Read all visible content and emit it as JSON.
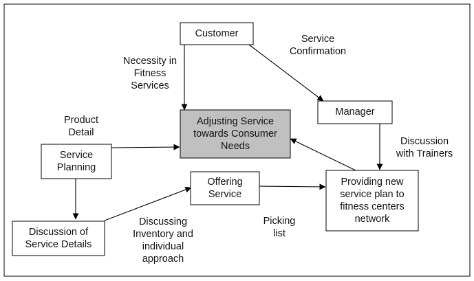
{
  "colors": {
    "stroke": "#000000",
    "box_fill": "#ffffff",
    "highlight_fill": "#c0c0c0",
    "text": "#111111"
  },
  "nodes": {
    "customer": {
      "lines": [
        "Customer"
      ]
    },
    "adjusting": {
      "lines": [
        "Adjusting Service",
        "towards Consumer",
        "Needs"
      ]
    },
    "manager": {
      "lines": [
        "Manager"
      ]
    },
    "service_planning": {
      "lines": [
        "Service",
        "Planning"
      ]
    },
    "offering_service": {
      "lines": [
        "Offering",
        "Service"
      ]
    },
    "providing": {
      "lines": [
        "Providing new",
        "service plan to",
        "fitness centers",
        "network"
      ]
    },
    "discussion_details": {
      "lines": [
        "Discussion of",
        "Service Details"
      ]
    }
  },
  "edge_labels": {
    "necessity": {
      "lines": [
        "Necessity in",
        "Fitness",
        "Services"
      ]
    },
    "service_confirmation": {
      "lines": [
        "Service",
        "Confirmation"
      ]
    },
    "product_detail": {
      "lines": [
        "Product",
        "Detail"
      ]
    },
    "discussion_trainers": {
      "lines": [
        "Discussion",
        "with Trainers"
      ]
    },
    "discussing_inventory": {
      "lines": [
        "Discussing",
        "Inventory and",
        "individual",
        "approach"
      ]
    },
    "picking_list": {
      "lines": [
        "Picking",
        "list"
      ]
    }
  }
}
